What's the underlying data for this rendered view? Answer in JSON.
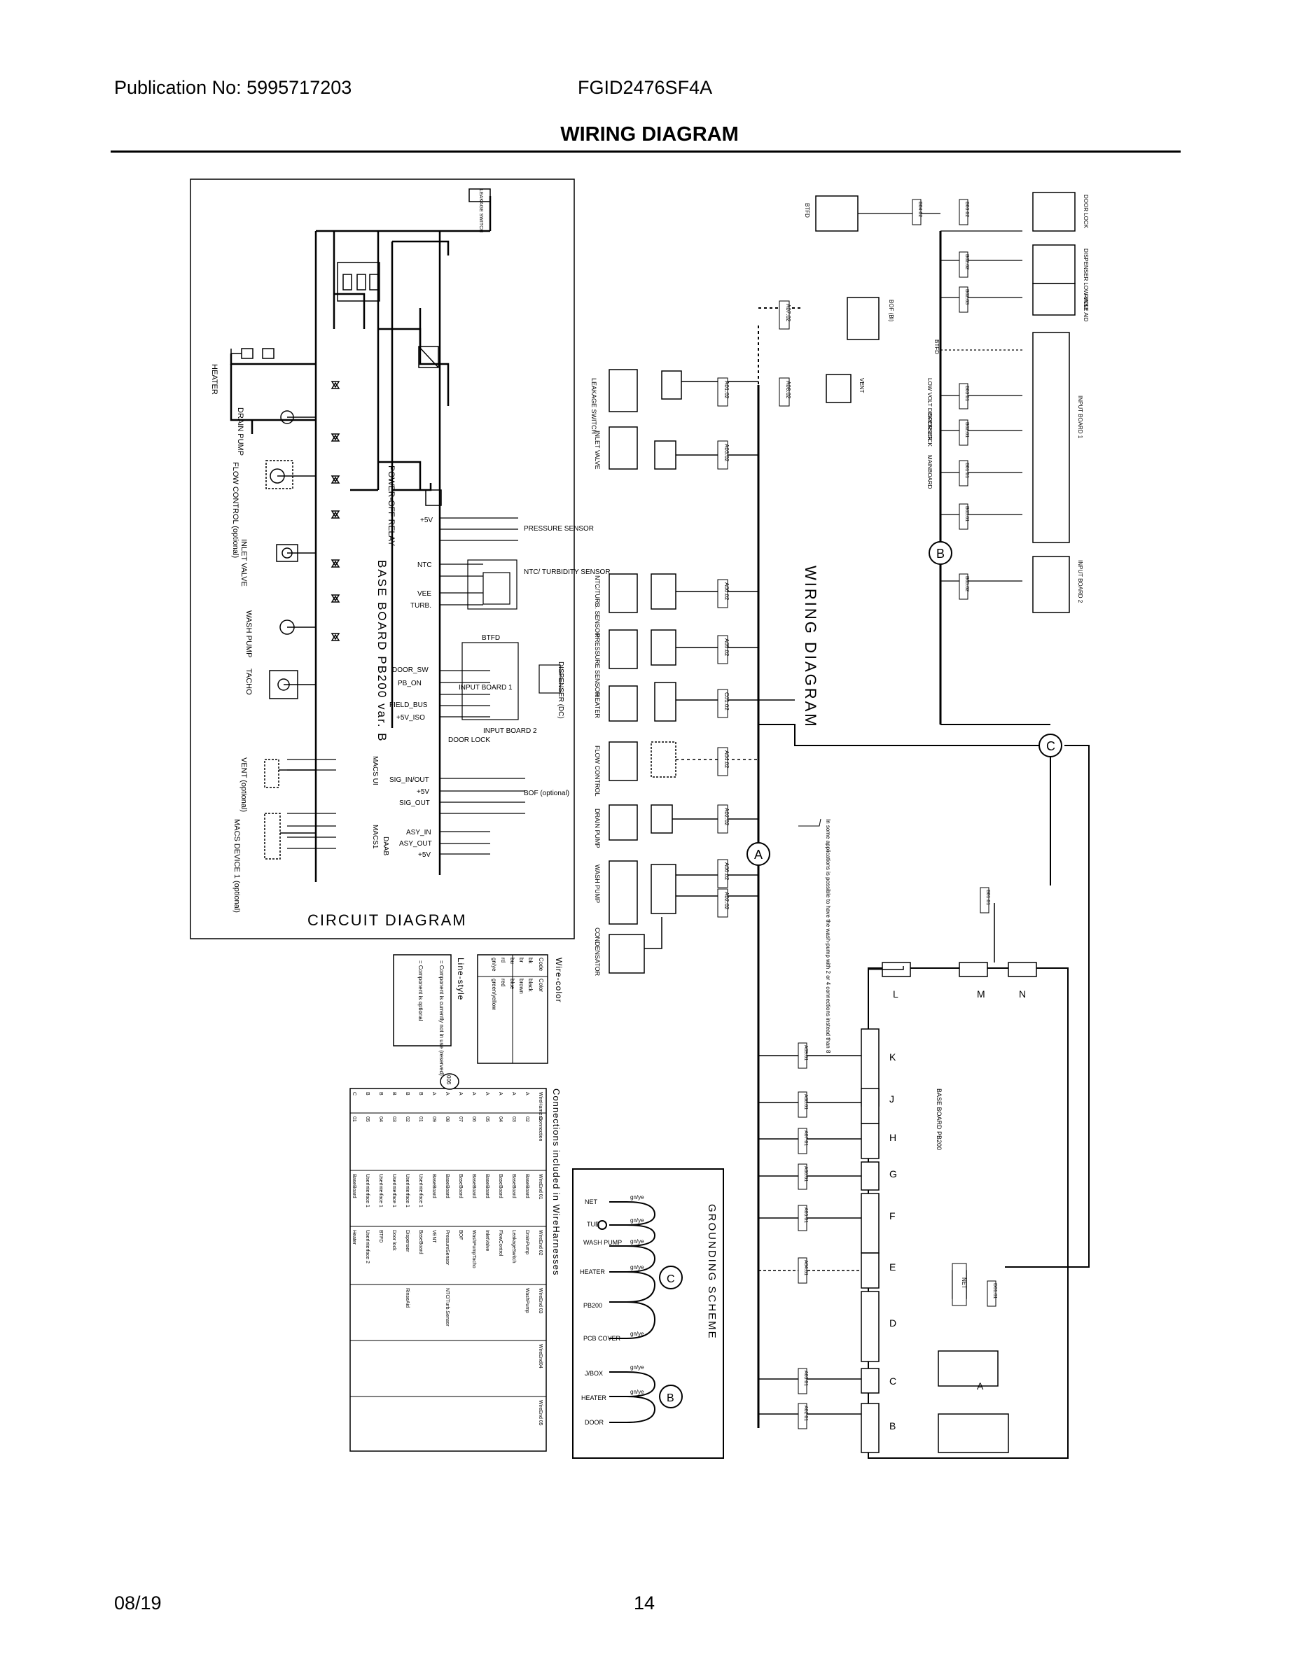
{
  "header": {
    "publication": "Publication No: 5995717203",
    "model": "FGID2476SF4A",
    "title": "WIRING DIAGRAM"
  },
  "footer": {
    "date": "08/19",
    "page": "14"
  },
  "circuit": {
    "title": "CIRCUIT DIAGRAM",
    "board": "BASE BOARD PB200 var. B",
    "leakage_switch": "LEAKAGE SWITCH",
    "power_off_relay": "POWER-OFF RELAY",
    "left_components": [
      "HEATER",
      "DRAIN PUMP",
      "FLOW CONTROL (optional)",
      "INLET VALVE",
      "WASH PUMP",
      "TACHO",
      "VENT (optional)",
      "MACS DEVICE 1 (optional)"
    ],
    "signals": [
      "+5V",
      "NTC",
      "VEE",
      "TURB.",
      "DOOR_SW",
      "PB_ON",
      "FIELD_BUS",
      "+5V_ISO",
      "SIG_IN/OUT",
      "+5V",
      "SIG_OUT",
      "ASY_IN",
      "ASY_OUT",
      "+5V"
    ],
    "right_labels": [
      "PRESSURE SENSOR",
      "NTC/ TURBIDITY SENSOR",
      "BTFD",
      "DISPENSER (DC)",
      "INPUT BOARD 1",
      "INPUT BOARD 2",
      "DOOR LOCK",
      "BOF (optional)"
    ],
    "macs": [
      "MACS UI",
      "MACS1",
      "DAAB"
    ]
  },
  "wiring": {
    "title": "WIRING DIAGRAM",
    "components": [
      "LEAKAGE SWITCH",
      "INLET VALVE",
      "NTC/TURB. SENSOR",
      "PRESSURE SENSOR",
      "HEATER",
      "FLOW CONTROL",
      "DRAIN PUMP",
      "WASH PUMP",
      "CONDENSATOR"
    ],
    "upper_components": [
      "BTFD",
      "BOF (BI)",
      "VENT",
      "DOOR LOCK",
      "DISPENSER LOW VOLT",
      "RINSE AID",
      "BTFD",
      "LOW VOLT DISPENSER",
      "DOOR LOCK",
      "MAINBOARD",
      "INPUT BOARD 1",
      "INPUT BOARD 2"
    ],
    "upper_codes": [
      "B04.02",
      "B03.02",
      "B02.02",
      "B02.03",
      "B03.01",
      "B02.01",
      "B01.01",
      "B05.01",
      "B05.02"
    ],
    "harness_codes": [
      "A01.02",
      "A03.02",
      "A06.02",
      "A05.02",
      "C01.02",
      "A04.02",
      "A02.02",
      "A06.02",
      "A02.02",
      "A07.02",
      "A08.02"
    ],
    "board_codes": [
      "A09.01",
      "A08.01",
      "A07.01",
      "A06.01",
      "A05.01",
      "A04.01",
      "A03.01",
      "A02.01",
      "D01.01",
      "B01.01"
    ],
    "board_title": "BASE BOARD PB200",
    "connectors": [
      "K",
      "J",
      "H",
      "G",
      "F",
      "E",
      "D",
      "C",
      "B",
      "A",
      "L",
      "M",
      "N"
    ],
    "nodes": [
      "A",
      "B",
      "C"
    ],
    "net": "NET",
    "note": "In some applications is possible to have the wash-pump with 2 or 4 connections instead than 8"
  },
  "wire_color": {
    "title": "Wire-color",
    "headers": [
      "Code",
      "Color"
    ],
    "rows": [
      [
        "bk",
        "black"
      ],
      [
        "br",
        "brown"
      ],
      [
        "bu",
        "blue"
      ],
      [
        "rd",
        "red"
      ],
      [
        "gn/ye",
        "green/yellow"
      ]
    ]
  },
  "line_style": {
    "title": "Line-style",
    "dashed": "= Component is currently not in use (reserved)",
    "dotted": "= Component is optional"
  },
  "connections": {
    "title": "Connections included in WireHarnesses",
    "headers": [
      "WireHarness",
      "Connection",
      "WireEnd 01",
      "WireEnd 02",
      "WireEnd 03",
      "WireEnd04",
      "WireEnd 05"
    ],
    "rows": [
      [
        "A",
        "02",
        "BaseBoard",
        "DrainPump",
        "WashPump",
        "",
        ""
      ],
      [
        "A",
        "03",
        "BaseBoard",
        "LeakageSwitch",
        "",
        "",
        ""
      ],
      [
        "A",
        "04",
        "BaseBoard",
        "FlowControl",
        "",
        "",
        ""
      ],
      [
        "A",
        "05",
        "BaseBoard",
        "InletValve",
        "",
        "",
        ""
      ],
      [
        "A",
        "06",
        "BaseBoard",
        "WashPumpTacho",
        "",
        "",
        ""
      ],
      [
        "A",
        "07",
        "BaseBoard",
        "BOF",
        "",
        "",
        ""
      ],
      [
        "A",
        "08",
        "BaseBoard",
        "PressureSensor",
        "NTC/Turb.Sensor",
        "",
        ""
      ],
      [
        "A",
        "09",
        "BaseBoard",
        "VENT",
        "",
        "",
        ""
      ],
      [
        "B",
        "01",
        "UserInterface 1",
        "BaseBoard",
        "",
        "",
        ""
      ],
      [
        "B",
        "02",
        "UserInterface 1",
        "Dispenser",
        "RinseAid",
        "",
        ""
      ],
      [
        "B",
        "03",
        "UserInterface 1",
        "Door lock",
        "",
        "",
        ""
      ],
      [
        "B",
        "04",
        "UserInterface 1",
        "BTFD",
        "",
        "",
        ""
      ],
      [
        "B",
        "05",
        "UserInterface 1",
        "UserInterface 2",
        "",
        "",
        ""
      ],
      [
        "C",
        "01",
        "BaseBoard",
        "Heater",
        "",
        "",
        ""
      ]
    ],
    "badge": "006"
  },
  "grounding": {
    "title": "GROUNDING SCHEME",
    "items": [
      "NET",
      "TUB",
      "WASH PUMP",
      "HEATER",
      "PB200",
      "PCB COVER",
      "J/BOX",
      "HEATER",
      "DOOR"
    ],
    "wire": "gn/ye"
  }
}
